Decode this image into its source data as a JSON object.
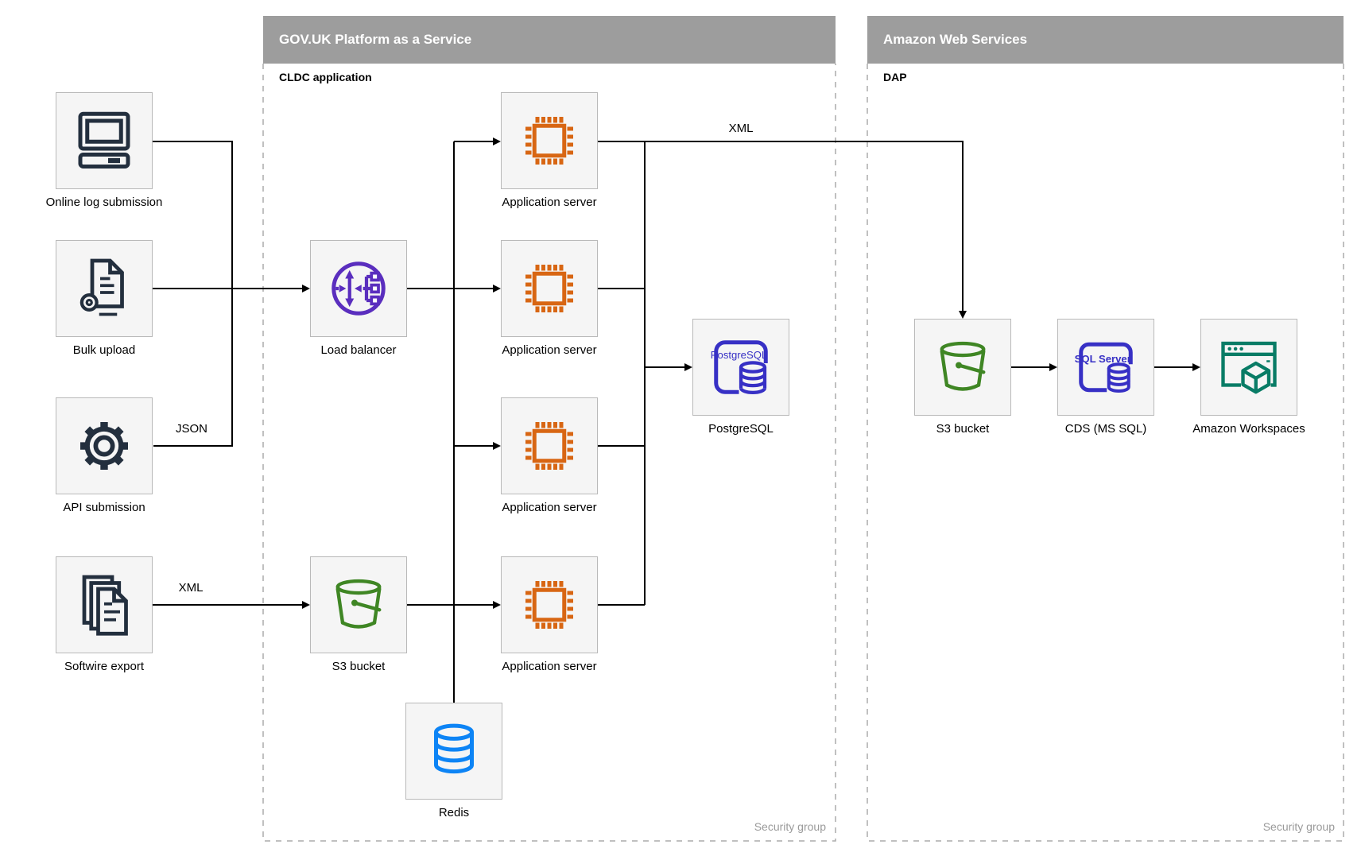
{
  "containers": [
    {
      "id": "paas",
      "title": "GOV.UK Platform as a Service",
      "sublabel": "CLDC application",
      "footer": "Security group"
    },
    {
      "id": "aws",
      "title": "Amazon Web Services",
      "sublabel": "DAP",
      "footer": "Security group"
    }
  ],
  "nodes": {
    "online_log": {
      "label": "Online log submission",
      "icon": "computer-icon"
    },
    "bulk_upload": {
      "label": "Bulk upload",
      "icon": "document-gear-icon"
    },
    "api_submission": {
      "label": "API submission",
      "icon": "gear-icon"
    },
    "softwire_export": {
      "label": "Softwire export",
      "icon": "documents-stack-icon"
    },
    "load_balancer": {
      "label": "Load balancer",
      "icon": "load-balancer-icon"
    },
    "app_server": {
      "label": "Application server",
      "icon": "chip-icon"
    },
    "postgresql": {
      "label": "PostgreSQL",
      "badge": "PostgreSQL",
      "icon": "postgresql-database-icon"
    },
    "s3_paas": {
      "label": "S3 bucket",
      "icon": "bucket-icon"
    },
    "redis": {
      "label": "Redis",
      "icon": "database-cylinder-icon"
    },
    "s3_aws": {
      "label": "S3 bucket",
      "icon": "bucket-icon"
    },
    "cds": {
      "label": "CDS (MS SQL)",
      "badge": "SQL Server",
      "icon": "sql-server-database-icon"
    },
    "workspaces": {
      "label": "Amazon Workspaces",
      "icon": "workspaces-icon"
    }
  },
  "edge_labels": {
    "api_to_junction": "JSON",
    "softwire_to_s3": "XML",
    "app_to_dap": "XML"
  },
  "colors": {
    "header_bar": "#9D9D9D",
    "source_icon": "#232F3E",
    "load_balancer_icon": "#5A2EBE",
    "app_server_icon": "#D86613",
    "database_icon": "#3730C5",
    "bucket_icon": "#3F8624",
    "redis_icon": "#0D84F5",
    "workspaces_icon": "#097C66",
    "node_fill": "#F5F5F5",
    "node_border": "#B9B9B9",
    "container_dash": "#ABABAB"
  }
}
